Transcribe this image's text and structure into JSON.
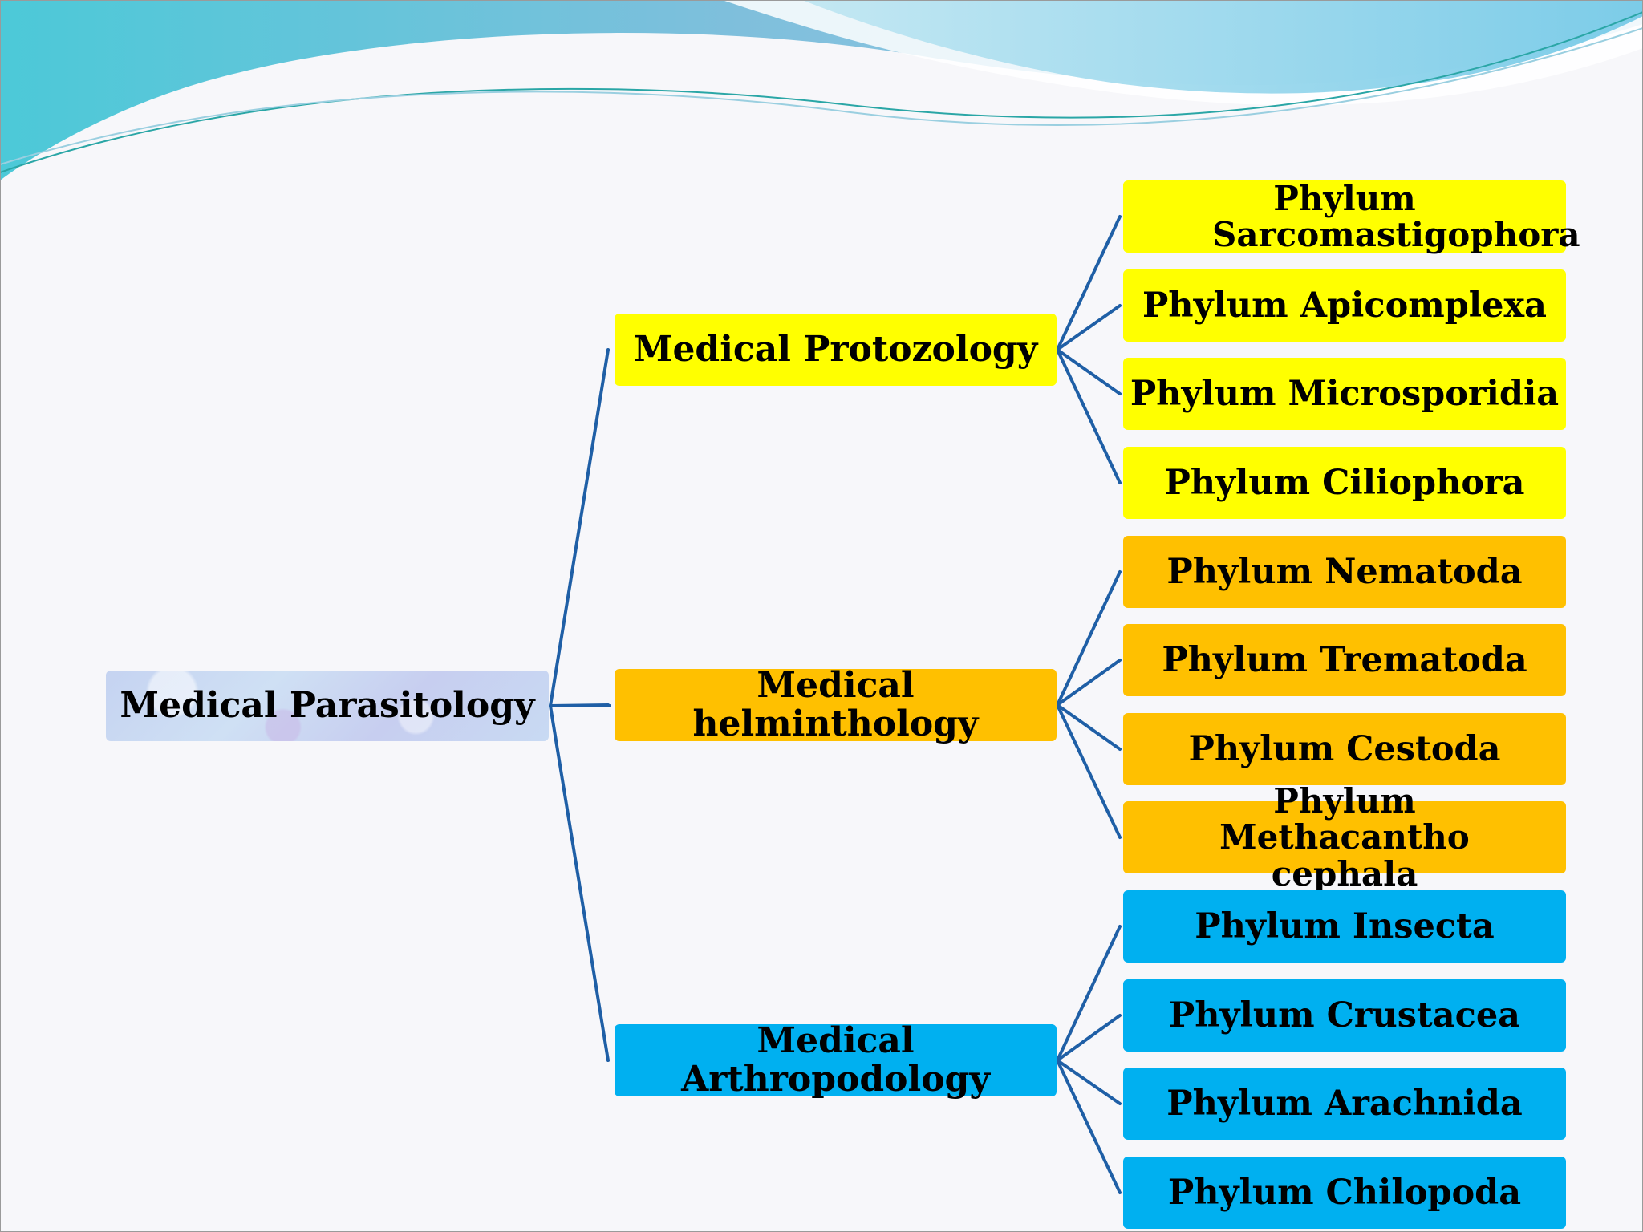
{
  "root": {
    "label": "Medical Parasitology"
  },
  "branches": [
    {
      "label": "Medical Protozology",
      "color": "#ffff00",
      "children": [
        "Phylum Sarcomastigophora",
        "Phylum Apicomplexa",
        "Phylum Microsporidia",
        "Phylum Ciliophora"
      ]
    },
    {
      "label": "Medical helminthology",
      "color": "#ffc000",
      "children": [
        "Phylum Nematoda",
        "Phylum Trematoda",
        "Phylum Cestoda",
        "Phylum Methacanthocephala"
      ]
    },
    {
      "label": "Medical Arthropodology",
      "color": "#00b0f0",
      "children": [
        "Phylum Insecta",
        "Phylum Crustacea",
        "Phylum Arachnida",
        "Phylum Chilopoda"
      ]
    }
  ],
  "connector_color": "#1f5fa6"
}
